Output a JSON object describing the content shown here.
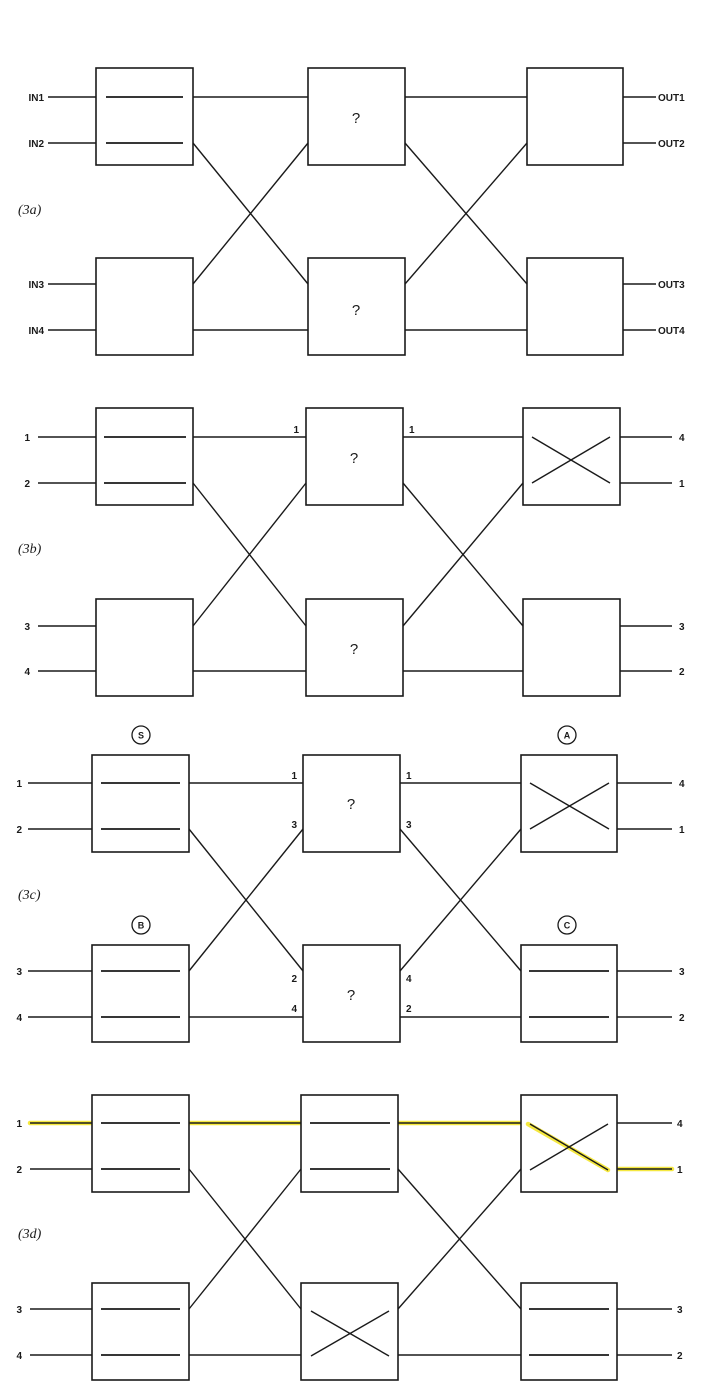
{
  "panels": {
    "a": {
      "caption": "(3a)",
      "inputs": [
        "IN1",
        "IN2",
        "IN3",
        "IN4"
      ],
      "outputs": [
        "OUT1",
        "OUT2",
        "OUT3",
        "OUT4"
      ],
      "middle_top": "?",
      "middle_bottom": "?"
    },
    "b": {
      "caption": "(3b)",
      "inputs": [
        "1",
        "2",
        "3",
        "4"
      ],
      "outputs": [
        "4",
        "1",
        "3",
        "2"
      ],
      "mid_in_top": "1",
      "mid_out_top": "1",
      "middle_top": "?",
      "middle_bottom": "?"
    },
    "c": {
      "caption": "(3c)",
      "inputs": [
        "1",
        "2",
        "3",
        "4"
      ],
      "outputs": [
        "4",
        "1",
        "3",
        "2"
      ],
      "circles": [
        "S",
        "A",
        "B",
        "C"
      ],
      "mid_top_in": [
        "1",
        "3"
      ],
      "mid_top_out": [
        "1",
        "3"
      ],
      "mid_bot_in": [
        "2",
        "4"
      ],
      "mid_bot_out": [
        "4",
        "2"
      ],
      "middle_top": "?",
      "middle_bottom": "?"
    },
    "d": {
      "caption": "(3d)",
      "inputs": [
        "1",
        "2",
        "3",
        "4"
      ],
      "outputs": [
        "4",
        "1",
        "3",
        "2"
      ]
    }
  }
}
